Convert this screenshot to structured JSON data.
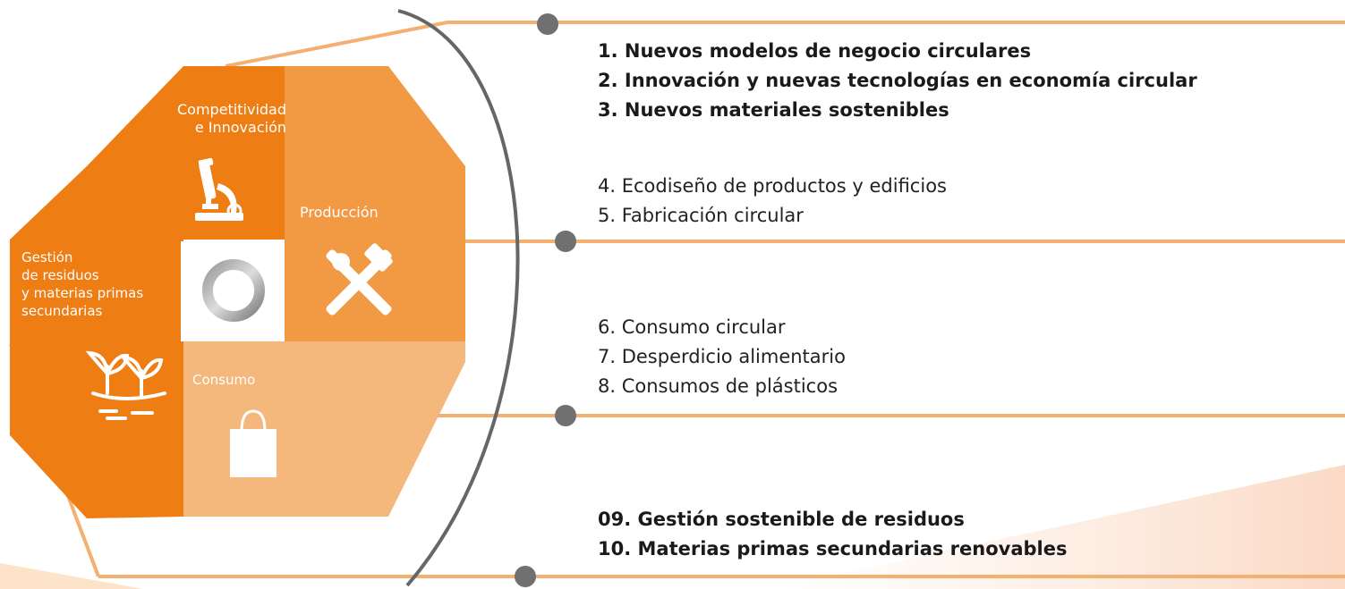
{
  "colors": {
    "accent_dark": "#EE7D14",
    "accent_mid": "#F19A43",
    "accent_light": "#F4B77C",
    "line": "#F3B071",
    "ring": "#666666",
    "dot": "#707070"
  },
  "sectors": {
    "competitividad": {
      "label": "Competitividad\ne Innovación",
      "icon": "microscope-icon"
    },
    "produccion": {
      "label": "Producción",
      "icon": "hammer-wrench-icon"
    },
    "consumo": {
      "label": "Consumo",
      "icon": "shopping-bag-icon"
    },
    "gestion": {
      "label": "Gestión\nde residuos\ny materias primas\nsecundarias",
      "icon": "sprout-icon"
    },
    "center": {
      "icon": "circular-ring-icon"
    }
  },
  "groups": [
    {
      "style": "bold",
      "items": [
        "1. Nuevos modelos de negocio circulares",
        "2. Innovación y nuevas tecnologías en economía circular",
        "3. Nuevos materiales sostenibles"
      ]
    },
    {
      "style": "regular",
      "items": [
        "4. Ecodiseño de productos y edificios",
        "5. Fabricación circular"
      ]
    },
    {
      "style": "regular",
      "items": [
        "6. Consumo circular",
        "7. Desperdicio alimentario",
        "8. Consumos de plásticos"
      ]
    },
    {
      "style": "bold",
      "items": [
        "09. Gestión sostenible de residuos",
        "10. Materias primas secundarias renovables"
      ]
    }
  ]
}
